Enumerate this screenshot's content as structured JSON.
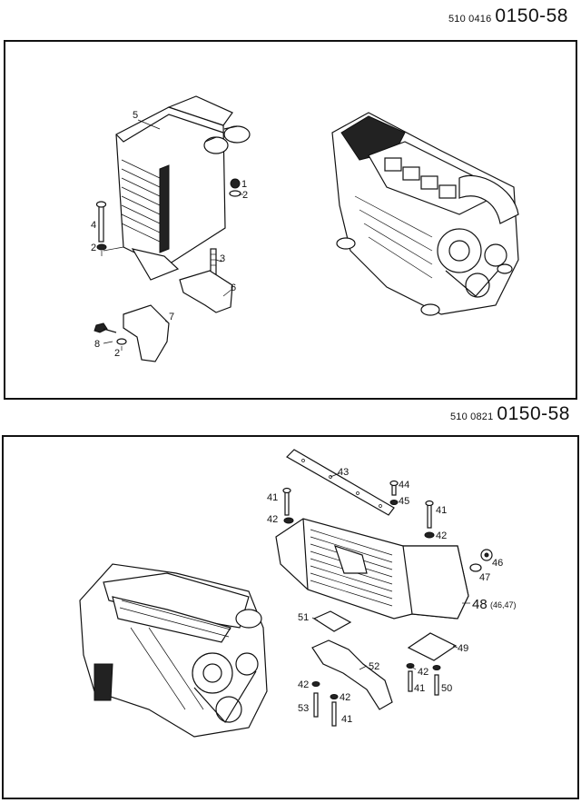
{
  "pages": [
    {
      "code_small": "510 0416",
      "code_big": "0150-58",
      "labels": [
        "5",
        "1",
        "2",
        "4",
        "2",
        "3",
        "6",
        "7",
        "8",
        "2"
      ]
    },
    {
      "code_small": "510 0821",
      "code_big": "0150-58",
      "labels": [
        "43",
        "44",
        "45",
        "41",
        "42",
        "41",
        "42",
        "46",
        "47",
        "48",
        "(46,47)",
        "51",
        "49",
        "52",
        "42",
        "41",
        "50",
        "42",
        "53",
        "42",
        "41"
      ]
    }
  ]
}
